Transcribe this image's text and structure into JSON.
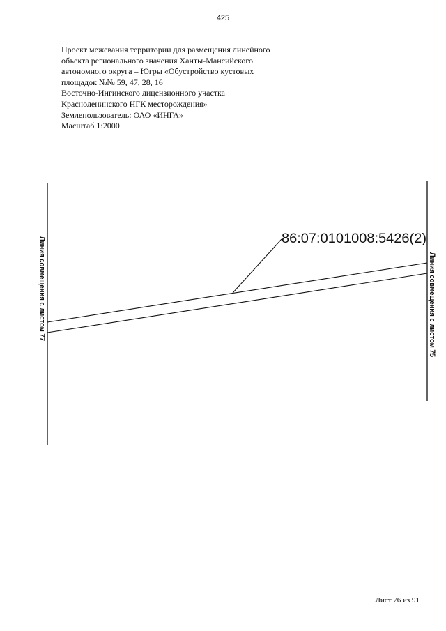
{
  "page_number": "425",
  "header": {
    "lines": [
      "Проект межевания территории для размещения линейного",
      "объекта регионального значения Ханты-Мансийского",
      "автономного  округа – Югры «Обустройство кустовых",
      "площадок №№ 59, 47, 28, 16",
      "Восточно-Ингинского  лицензионного участка",
      "Красноленинского НГК месторождения»",
      "Землепользователь: ОАО «ИНГА»",
      "Масштаб 1:2000"
    ]
  },
  "map": {
    "parcel_label": "86:07:0101008:5426(2)",
    "left_match_line_label": "Линия совмещения с листом 77",
    "right_match_line_label": "Линия совмещения с листом 75",
    "line_color": "#111111"
  },
  "footer": {
    "sheet_label": "Лист 76 из 91"
  }
}
